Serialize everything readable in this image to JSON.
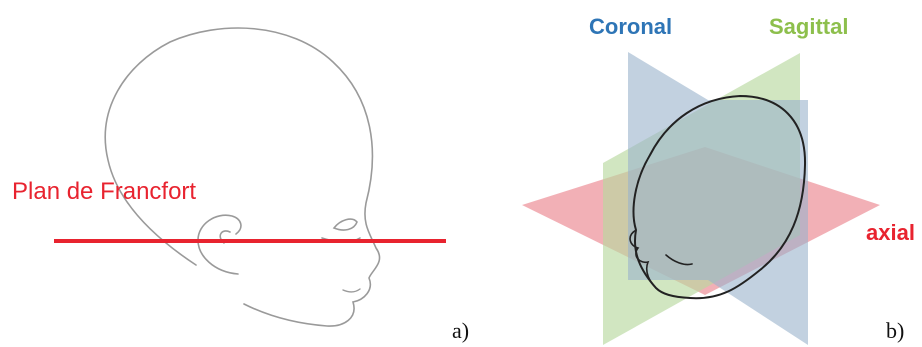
{
  "panel_a": {
    "caption": "a)",
    "plane_label": "Plan de Francfort",
    "colors": {
      "line": "#e8232f",
      "label": "#e8232f",
      "sketch": "#9a9a9a"
    }
  },
  "panel_b": {
    "caption": "b)",
    "planes": [
      {
        "key": "coronal",
        "label": "Coronal",
        "color": "#2e75b6",
        "fill": "#9ab3cc"
      },
      {
        "key": "sagittal",
        "label": "Sagittal",
        "color": "#8dbf4c",
        "fill": "#b8d9a0"
      },
      {
        "key": "axial",
        "label": "axial",
        "color": "#e8232f",
        "fill": "#ec8f97"
      }
    ],
    "head_outline_color": "#222222"
  }
}
